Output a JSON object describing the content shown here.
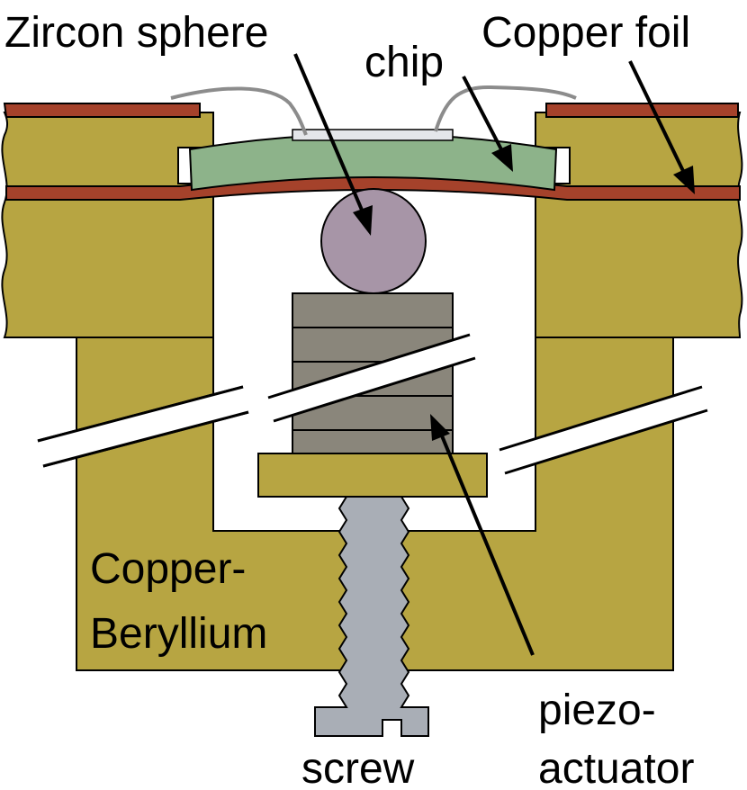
{
  "labels": {
    "zircon_sphere": "Zircon sphere",
    "chip": "chip",
    "copper_foil": "Copper foil",
    "copper_beryllium_line1": "Copper-",
    "copper_beryllium_line2": "Beryllium",
    "piezo_line1": "piezo-",
    "piezo_line2": "actuator",
    "screw": "screw"
  },
  "colors": {
    "copper_beryllium": "#B7A542",
    "copper_foil": "#A5422B",
    "chip": "#8DB38A",
    "zircon_sphere": "#A795A7",
    "piezo": "#8A867B",
    "screw": "#A9AEB6",
    "wire": "#8C8C8C",
    "pad": "#E4E6EA",
    "outline": "#000000"
  }
}
